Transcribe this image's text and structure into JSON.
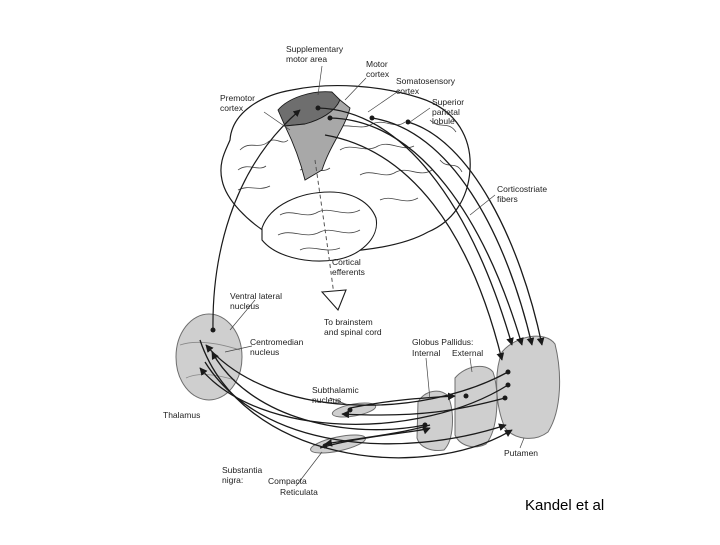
{
  "labels": {
    "supplementary_motor_area": [
      "Supplementary",
      "motor area"
    ],
    "motor_cortex": [
      "Motor",
      "cortex"
    ],
    "somatosensory_cortex": [
      "Somatosensory",
      "cortex"
    ],
    "premotor_cortex": [
      "Premotor",
      "cortex"
    ],
    "superior_parietal_lobule": [
      "Superior",
      "parietal",
      "lobule"
    ],
    "corticostriate_fibers": [
      "Corticostriate",
      "fibers"
    ],
    "cortical_efferents": [
      "Cortical",
      "efferents"
    ],
    "to_brainstem": [
      "To brainstem",
      "and spinal cord"
    ],
    "ventral_lateral_nucleus": [
      "Ventral lateral",
      "nucleus"
    ],
    "centromedian_nucleus": [
      "Centromedian",
      "nucleus"
    ],
    "globus_pallidus": "Globus Pallidus:",
    "internal": "Internal",
    "external": "External",
    "subthalamic_nucleus": [
      "Subthalamic",
      "nucleus"
    ],
    "thalamus": "Thalamus",
    "putamen": "Putamen",
    "substantia_nigra": [
      "Substantia",
      "nigra:"
    ],
    "compacta": "Compacta",
    "reticulata": "Reticulata"
  },
  "citation": "Kandel et al",
  "colors": {
    "ink": "#1a1a1a",
    "nucleus_fill": "#cfcfcf",
    "cortex_dark": "#6e6e6e",
    "cortex_mid": "#a8a8a8"
  }
}
